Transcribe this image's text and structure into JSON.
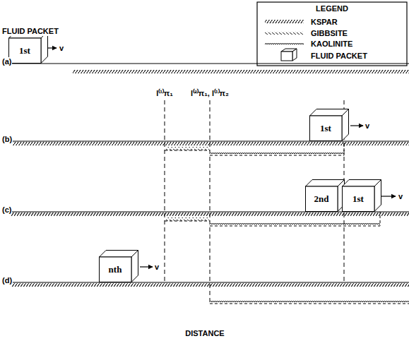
{
  "diagram": {
    "nodes": [
      {
        "text": [
          "1st"
        ]
      },
      {
        "text": [
          "1st"
        ]
      },
      {
        "text": [
          "2nd"
        ]
      },
      {
        "text": [
          "1st"
        ]
      },
      {
        "text": [
          "nth"
        ]
      }
    ],
    "labels": [
      "LEGEND",
      "FLUID PACKET",
      "v",
      "v",
      "v",
      "v",
      "(a)",
      "(b)",
      "(c)",
      "(d)",
      "l⁽¹⁾π₁",
      "l⁽²⁾π₁, l⁽¹⁾π₂",
      "DISTANCE"
    ],
    "legend": [
      {
        "text": "KSPAR"
      },
      {
        "text": "GIBBSITE"
      },
      {
        "text": "KAOLINITE"
      },
      {
        "text": "FLUID PACKET"
      }
    ]
  }
}
